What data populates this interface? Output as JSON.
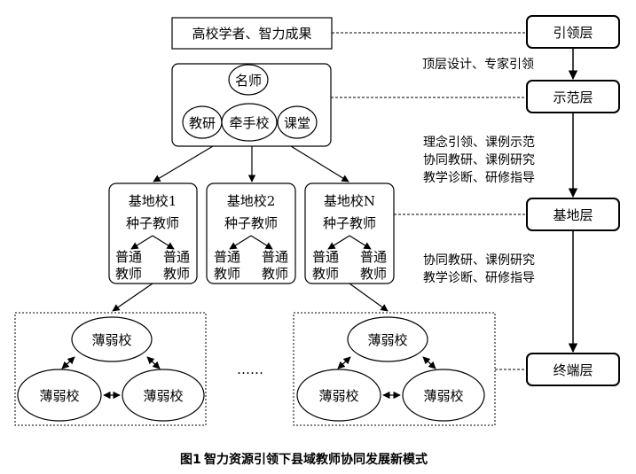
{
  "top_box": "高校学者、智力成果",
  "model_school": {
    "famous_teacher": "名师",
    "teaching_research": "教研",
    "lead_school": "牵手校",
    "classroom": "课堂"
  },
  "base_schools": [
    {
      "name": "基地校1",
      "seed": "种子教师",
      "teacher_left": [
        "普通",
        "教师"
      ],
      "teacher_right": [
        "普通",
        "教师"
      ]
    },
    {
      "name": "基地校2",
      "seed": "种子教师",
      "teacher_left": [
        "普通",
        "教师"
      ],
      "teacher_right": [
        "普通",
        "教师"
      ]
    },
    {
      "name": "基地校N",
      "seed": "种子教师",
      "teacher_left": [
        "普通",
        "教师"
      ],
      "teacher_right": [
        "普通",
        "教师"
      ]
    }
  ],
  "weak_group_left": [
    "薄弱校",
    "薄弱校",
    "薄弱校"
  ],
  "weak_group_right": [
    "薄弱校",
    "薄弱校",
    "薄弱校"
  ],
  "ellipsis": "……",
  "layers": {
    "leading": "引领层",
    "demo": "示范层",
    "base": "基地层",
    "terminal": "终端层"
  },
  "layer_notes": {
    "lead_to_demo": [
      "顶层设计、专家引领"
    ],
    "demo_to_base": [
      "理念引领、课例示范",
      "协同教研、课例研究",
      "教学诊断、研修指导"
    ],
    "base_to_terminal": [
      "协同教研、课例研究",
      "教学诊断、研修指导"
    ]
  },
  "caption": {
    "number": "图1",
    "title": "智力资源引领下县域教师协同发展新模式"
  }
}
